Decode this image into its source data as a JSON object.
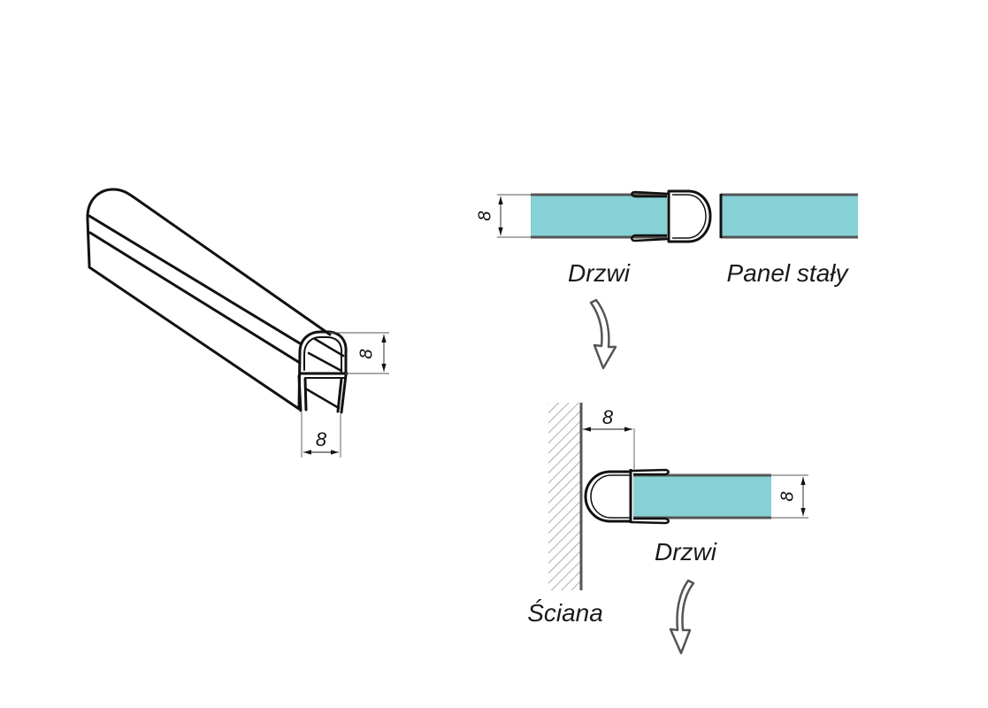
{
  "profile": {
    "dimension_height": "8",
    "dimension_width": "8"
  },
  "door_to_panel": {
    "dimension": "8",
    "door_label": "Drzwi",
    "panel_label": "Panel stały"
  },
  "door_to_wall": {
    "dimension_gap": "8",
    "dimension_glass": "8",
    "door_label": "Drzwi",
    "wall_label": "Ściana"
  },
  "colors": {
    "glass": "#86d1d6",
    "glass_edge": "#555555",
    "seal": "#111111",
    "hatch": "#9a9a9a",
    "arrow": "#555555"
  }
}
